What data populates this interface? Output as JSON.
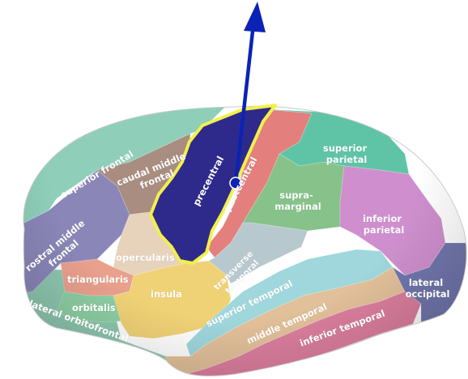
{
  "regions": [
    {
      "id": "superior-frontal",
      "name": "superior frontal",
      "color": "#8fcfb9"
    },
    {
      "id": "rostral-middle-frontal",
      "name_lines": [
        "rostral middle",
        "frontal"
      ],
      "color": "#8a86b8"
    },
    {
      "id": "caudal-middle-frontal",
      "name_lines": [
        "caudal middle",
        "frontal"
      ],
      "color": "#a98d80"
    },
    {
      "id": "precentral",
      "name": "precentral",
      "color": "#2e2a8c",
      "highlighted": true,
      "outline_color": "#f2f04a"
    },
    {
      "id": "postcentral",
      "name": "postcentral",
      "color": "#e37f7d"
    },
    {
      "id": "superior-parietal",
      "name_lines": [
        "superior",
        "parietal"
      ],
      "color": "#5fc4a6"
    },
    {
      "id": "supramarginal",
      "name_lines": [
        "supra-",
        "marginal"
      ],
      "color": "#86c28a"
    },
    {
      "id": "inferior-parietal",
      "name_lines": [
        "inferior",
        "parietal"
      ],
      "color": "#cf8fce"
    },
    {
      "id": "opercularis",
      "name": "opercularis",
      "color": "#e7d2bc"
    },
    {
      "id": "triangularis",
      "name": "triangularis",
      "color": "#e9a08d"
    },
    {
      "id": "orbitalis",
      "name": "orbitalis",
      "color": "#8ecfa4"
    },
    {
      "id": "lateral-orbitofrontal",
      "name": "lateral orbitofrontal",
      "color": "#8ec7b0"
    },
    {
      "id": "insula",
      "name": "insula",
      "color": "#f0d276"
    },
    {
      "id": "transverse-temporal",
      "name_lines": [
        "transverse",
        "temporal"
      ],
      "color": "#b8c8cf"
    },
    {
      "id": "superior-temporal",
      "name": "superior temporal",
      "color": "#9fd7dc"
    },
    {
      "id": "middle-temporal",
      "name": "middle temporal",
      "color": "#e2c09a"
    },
    {
      "id": "inferior-temporal",
      "name": "inferior temporal",
      "color": "#dc7f9f"
    },
    {
      "id": "lateral-occipital",
      "name_lines": [
        "lateral",
        "occipital"
      ],
      "color": "#7277ad"
    }
  ],
  "arrow": {
    "color": "#0b23b5"
  }
}
